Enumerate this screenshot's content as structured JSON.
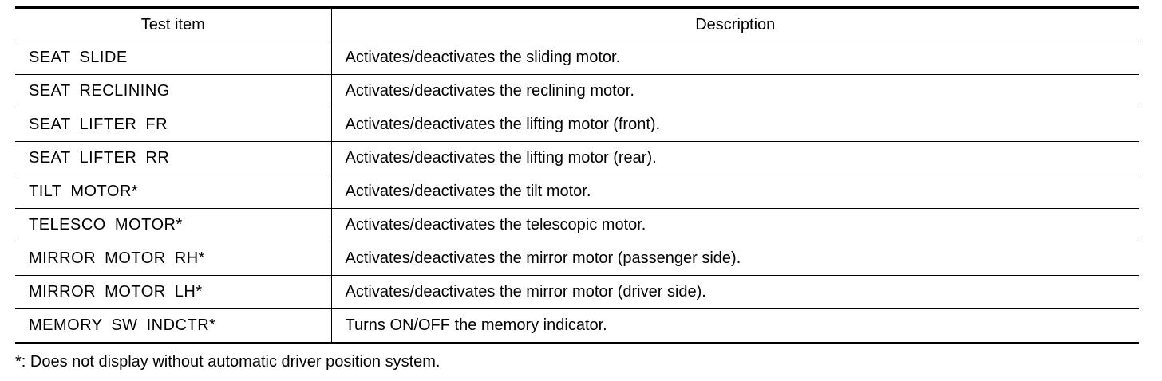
{
  "table": {
    "headers": {
      "item": "Test item",
      "description": "Description"
    },
    "rows": [
      {
        "item": "SEAT  SLIDE",
        "description": "Activates/deactivates the sliding motor."
      },
      {
        "item": "SEAT  RECLINING",
        "description": "Activates/deactivates the reclining motor."
      },
      {
        "item": "SEAT  LIFTER  FR",
        "description": "Activates/deactivates the lifting motor (front)."
      },
      {
        "item": "SEAT  LIFTER  RR",
        "description": "Activates/deactivates the lifting motor (rear)."
      },
      {
        "item": "TILT  MOTOR*",
        "description": "Activates/deactivates the tilt motor."
      },
      {
        "item": "TELESCO  MOTOR*",
        "description": "Activates/deactivates the telescopic motor."
      },
      {
        "item": "MIRROR  MOTOR  RH*",
        "description": "Activates/deactivates the mirror motor (passenger side)."
      },
      {
        "item": "MIRROR  MOTOR  LH*",
        "description": "Activates/deactivates the mirror motor (driver side)."
      },
      {
        "item": "MEMORY  SW  INDCTR*",
        "description": "Turns ON/OFF the memory indicator."
      }
    ]
  },
  "footnote": "*: Does not display without automatic driver position system."
}
